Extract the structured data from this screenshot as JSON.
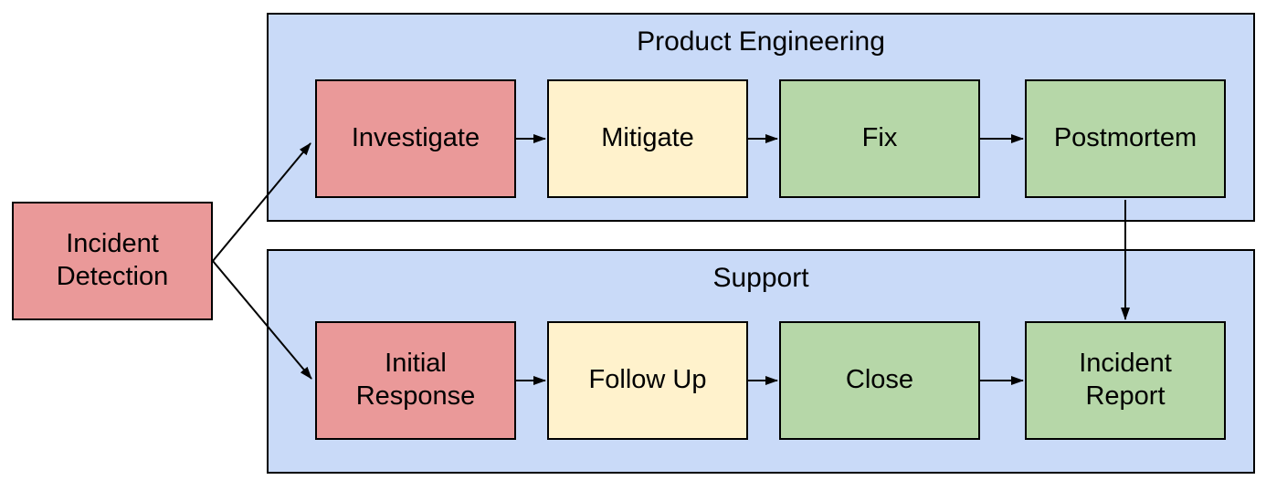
{
  "diagram": {
    "type": "flowchart-swimlane"
  },
  "colors": {
    "canvas_bg": "#ffffff",
    "lane_fill": "#c9daf8",
    "stage_red": "#ea9999",
    "stage_yellow": "#fff2cc",
    "stage_green": "#b6d7a8",
    "stroke": "#000000",
    "arrow": "#000000"
  },
  "entry": {
    "id": "incident-detection",
    "label": "Incident\nDetection",
    "color": "stage_red"
  },
  "lanes": [
    {
      "title": "Product Engineering",
      "steps": [
        {
          "id": "investigate",
          "label": "Investigate",
          "color": "stage_red"
        },
        {
          "id": "mitigate",
          "label": "Mitigate",
          "color": "stage_yellow"
        },
        {
          "id": "fix",
          "label": "Fix",
          "color": "stage_green"
        },
        {
          "id": "postmortem",
          "label": "Postmortem",
          "color": "stage_green"
        }
      ]
    },
    {
      "title": "Support",
      "steps": [
        {
          "id": "initial-response",
          "label": "Initial\nResponse",
          "color": "stage_red"
        },
        {
          "id": "follow-up",
          "label": "Follow Up",
          "color": "stage_yellow"
        },
        {
          "id": "close",
          "label": "Close",
          "color": "stage_green"
        },
        {
          "id": "incident-report",
          "label": "Incident\nReport",
          "color": "stage_green"
        }
      ]
    }
  ],
  "edges": [
    {
      "from": "incident-detection",
      "to": "investigate"
    },
    {
      "from": "incident-detection",
      "to": "initial-response"
    },
    {
      "from": "investigate",
      "to": "mitigate"
    },
    {
      "from": "mitigate",
      "to": "fix"
    },
    {
      "from": "fix",
      "to": "postmortem"
    },
    {
      "from": "initial-response",
      "to": "follow-up"
    },
    {
      "from": "follow-up",
      "to": "close"
    },
    {
      "from": "close",
      "to": "incident-report"
    },
    {
      "from": "postmortem",
      "to": "incident-report"
    }
  ]
}
